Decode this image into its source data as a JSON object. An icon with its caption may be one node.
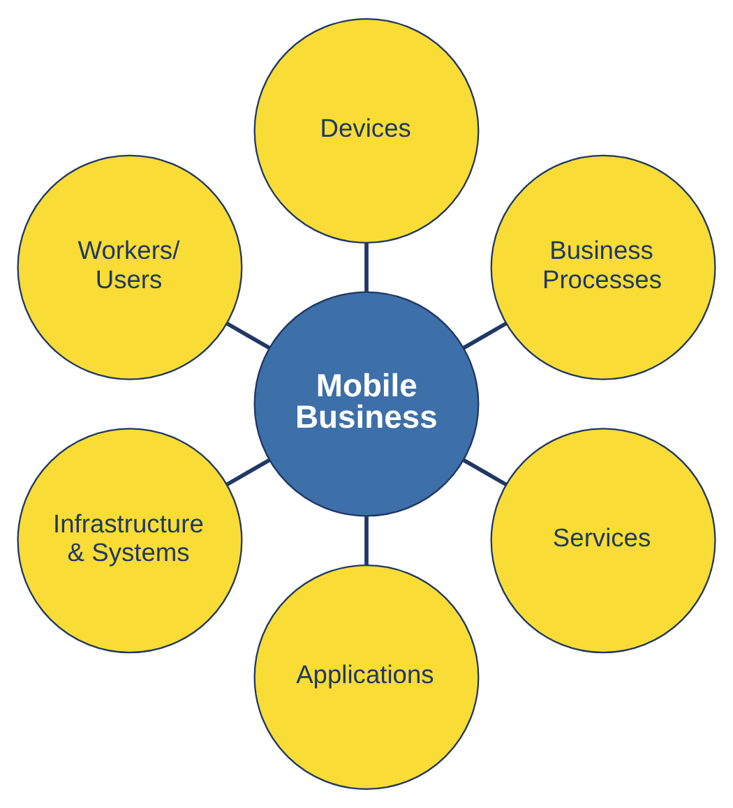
{
  "diagram": {
    "nodes": [
      {
        "text": [
          "Business Processes"
        ]
      },
      {
        "text": [
          "Devices"
        ]
      },
      {
        "text": [
          "Workers/ Users"
        ]
      },
      {
        "text": [
          "Mobile Business"
        ]
      },
      {
        "text": [
          "Infrastructure & Systems"
        ]
      },
      {
        "text": [
          "Applications"
        ]
      },
      {
        "text": [
          "Services"
        ]
      }
    ],
    "edges": [
      {
        "from": 3,
        "to": 0,
        "arrow": "none"
      },
      {
        "from": 3,
        "to": 2,
        "arrow": "none"
      },
      {
        "from": 3,
        "to": 5,
        "arrow": "none"
      },
      {
        "from": 3,
        "to": 6,
        "arrow": "none"
      },
      {
        "from": 3,
        "to": 4,
        "arrow": "none"
      },
      {
        "from": 3,
        "to": 1,
        "arrow": "none"
      }
    ]
  }
}
